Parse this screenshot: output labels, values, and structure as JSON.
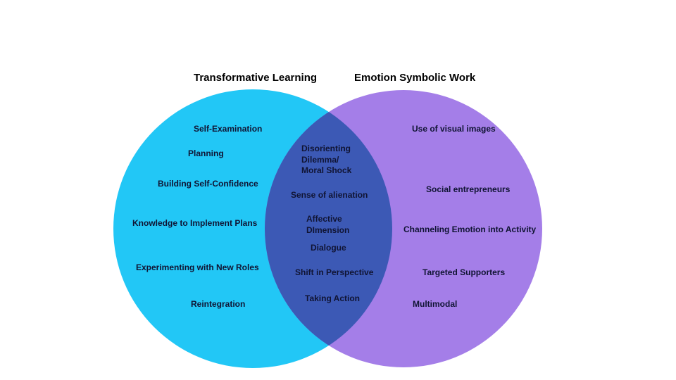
{
  "venn": {
    "left": {
      "title": "Transformative Learning",
      "items": [
        "Self-Examination",
        "Planning",
        "Building Self-Confidence",
        "Knowledge to Implement Plans",
        "Experimenting with New Roles",
        "Reintegration"
      ]
    },
    "right": {
      "title": "Emotion Symbolic Work",
      "items": [
        "Use of visual images",
        "Social entrepreneurs",
        "Channeling Emotion into Activity",
        "Targeted Supporters",
        "Multimodal"
      ]
    },
    "overlap": {
      "items": [
        "Disorienting\nDilemma/\nMoral Shock",
        "Sense of alienation",
        "Affective\nDImension",
        "Dialogue",
        "Shift in Perspective",
        "Taking Action"
      ]
    },
    "colors": {
      "left_circle": "#22C7F6",
      "right_circle": "#A47EE8",
      "overlap": "#3C59B5",
      "item_text": "#101433",
      "title_text": "#000000",
      "background": "#FFFFFF"
    }
  }
}
